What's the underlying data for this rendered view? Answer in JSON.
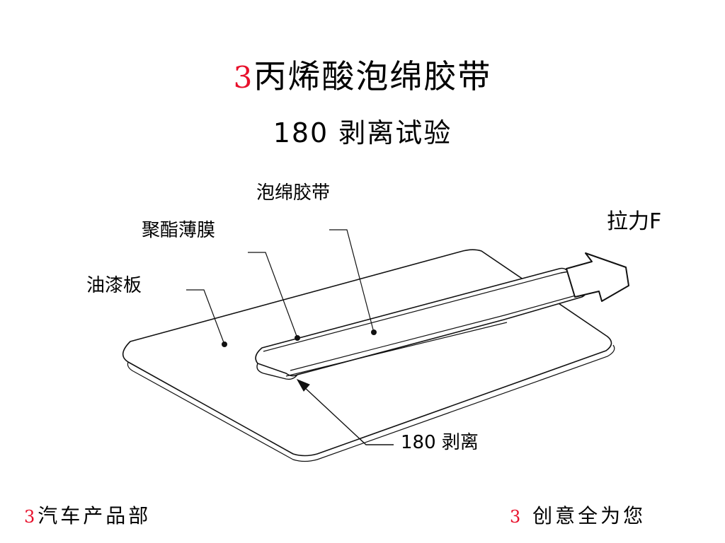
{
  "title": {
    "prefix": "3",
    "text": "丙烯酸泡绵胶带"
  },
  "subtitle": "180  剥离试验",
  "labels": {
    "foam_tape": "泡绵胶带",
    "polyester_film": "聚酯薄膜",
    "painted_panel": "油漆板",
    "pull_force": "拉力F",
    "peel": "180  剥离"
  },
  "footer": {
    "left_prefix": "3",
    "left_text": "汽车产品部",
    "right_prefix": "3",
    "right_text": " 创意全为您"
  },
  "colors": {
    "accent_red": "#e8102b",
    "line": "#111111",
    "background": "#ffffff"
  }
}
